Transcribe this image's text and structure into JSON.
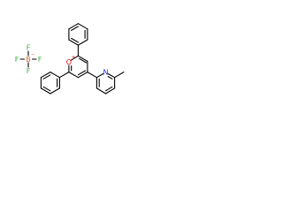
{
  "structure": {
    "colors": {
      "bond": "#000000",
      "boron": "#cc6a3c",
      "fluorine": "#3fae3f",
      "oxygen": "#e30613",
      "nitrogen": "#2424d6"
    },
    "anion": {
      "boron": "B",
      "boron_charge": "−",
      "fluorine_top": "F",
      "fluorine_left": "F",
      "fluorine_right": "F",
      "fluorine_bottom": "F"
    },
    "cation": {
      "oxygen": "O",
      "oxygen_charge": "+",
      "nitrogen": "N"
    }
  }
}
